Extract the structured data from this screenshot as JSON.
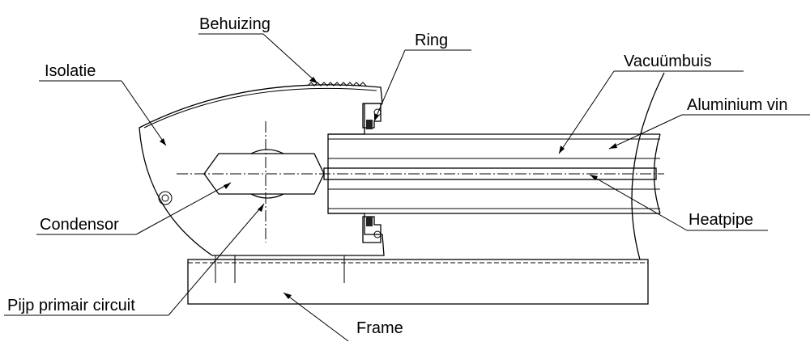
{
  "labels": {
    "behuizing": "Behuizing",
    "ring": "Ring",
    "isolatie": "Isolatie",
    "vacuumbuis": "Vacuümbuis",
    "aluminium_vin": "Aluminium vin",
    "condensor": "Condensor",
    "heatpipe": "Heatpipe",
    "pijp_primair_circuit": "Pijp primair circuit",
    "frame": "Frame"
  }
}
